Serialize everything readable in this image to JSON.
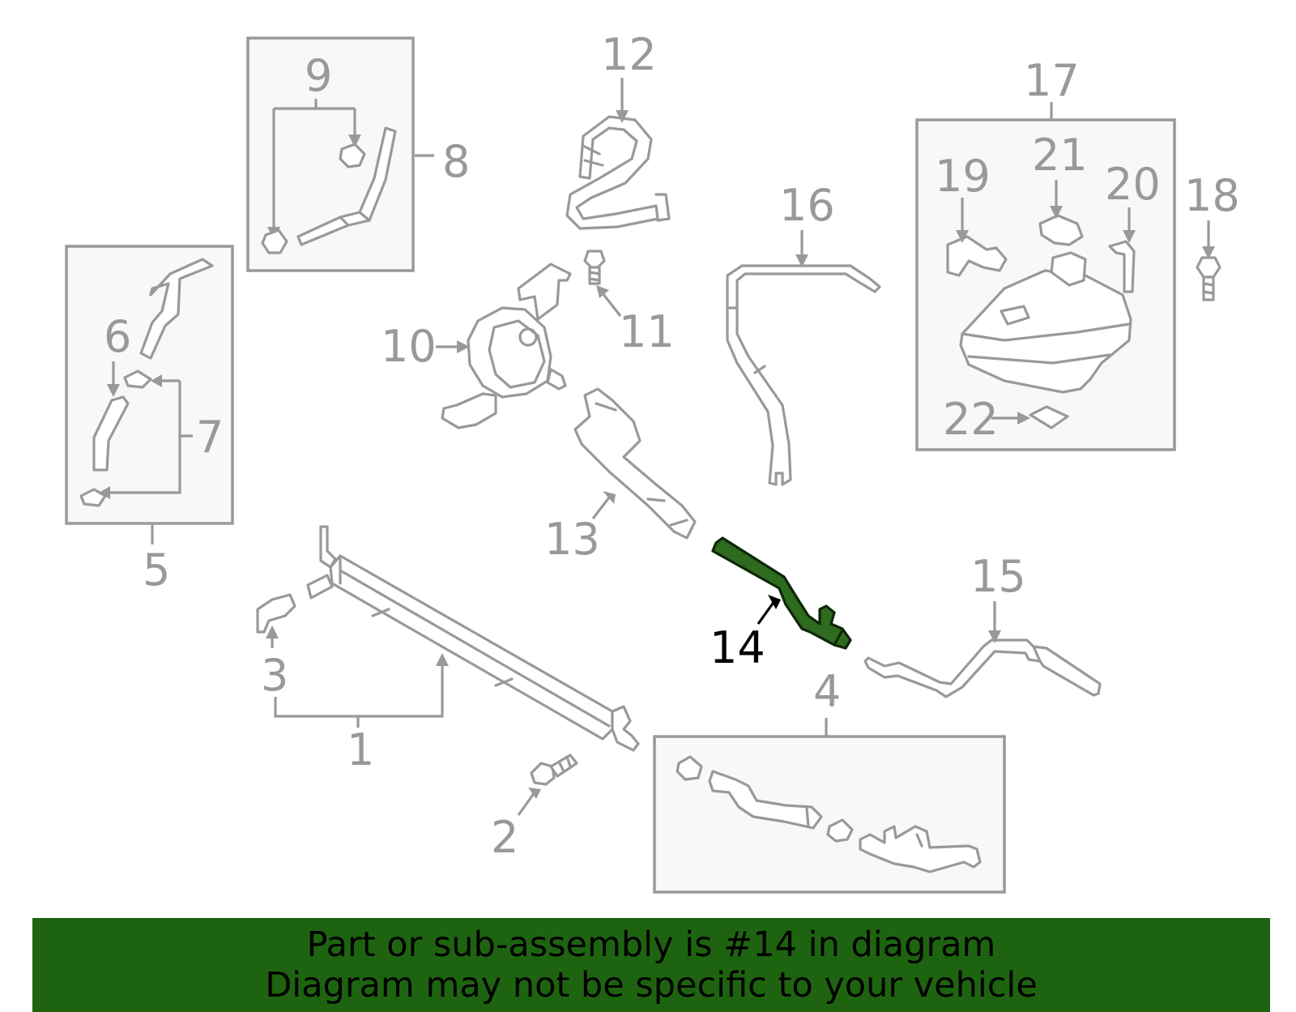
{
  "callouts": {
    "c1": "1",
    "c2": "2",
    "c3": "3",
    "c4": "4",
    "c5": "5",
    "c6": "6",
    "c7": "7",
    "c8": "8",
    "c9": "9",
    "c10": "10",
    "c11": "11",
    "c12": "12",
    "c13": "13",
    "c14": "14",
    "c15": "15",
    "c16": "16",
    "c17": "17",
    "c18": "18",
    "c19": "19",
    "c20": "20",
    "c21": "21",
    "c22": "22"
  },
  "highlight": {
    "part": "14",
    "color": "#2e6b1e"
  },
  "banner": {
    "line1": "Part or sub-assembly is #14 in diagram",
    "line2": "Diagram may not be specific to your vehicle",
    "background": "#1e6410"
  }
}
